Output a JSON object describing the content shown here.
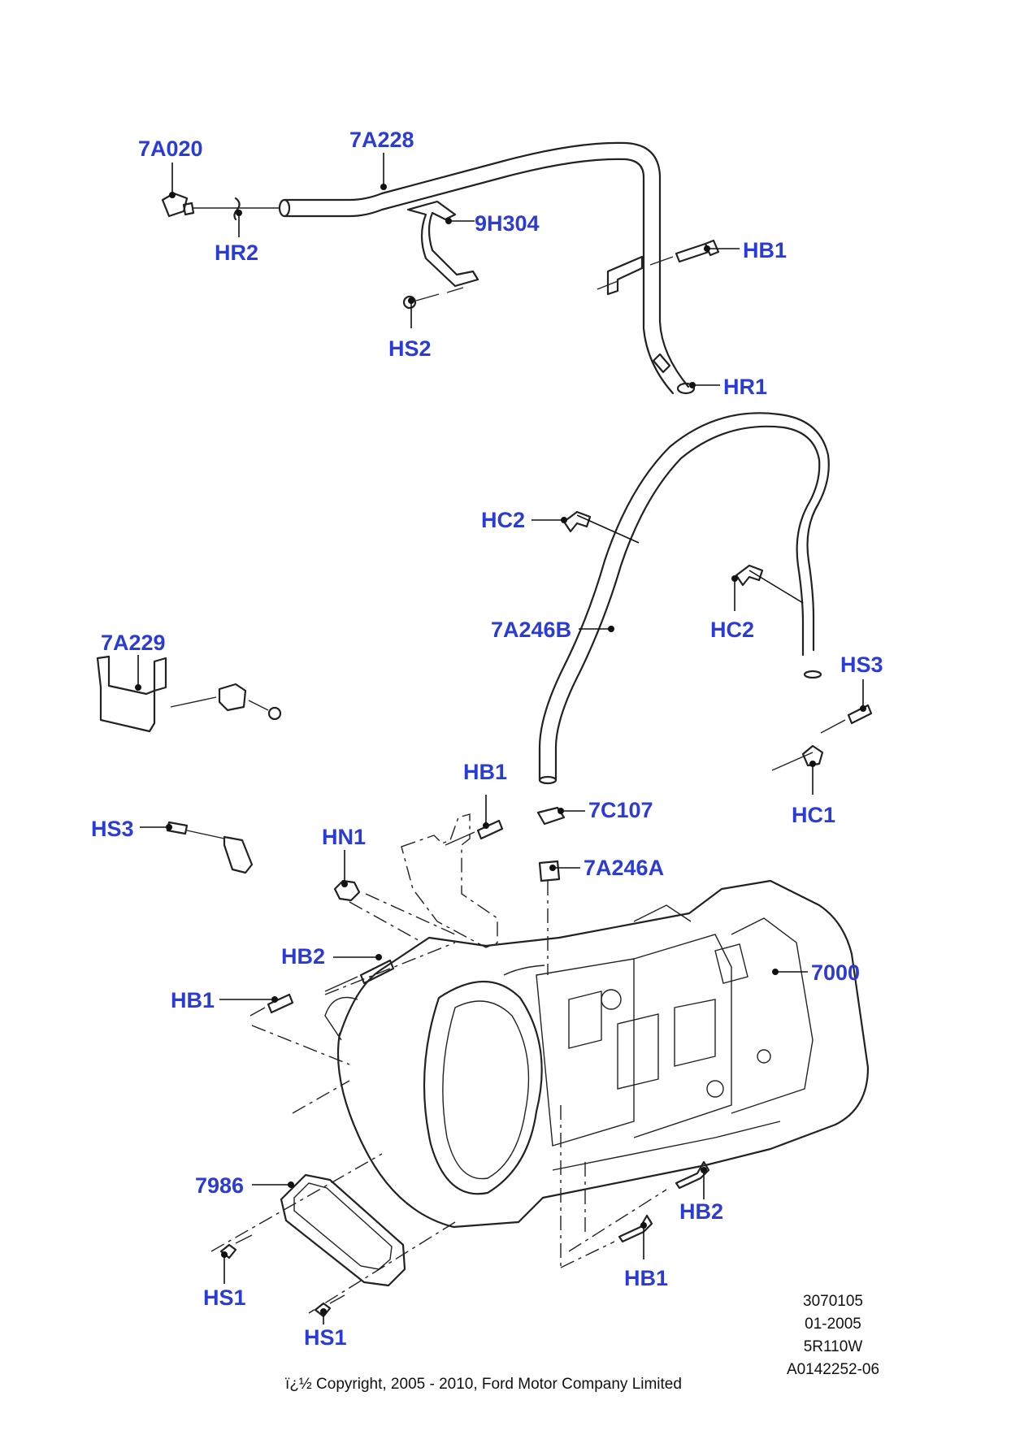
{
  "callouts": {
    "c7A020": "7A020",
    "c7A228": "7A228",
    "cHR2": "HR2",
    "c9H304": "9H304",
    "cHB1_top": "HB1",
    "cHS2": "HS2",
    "cHR1": "HR1",
    "cHC2_a": "HC2",
    "cHC2_b": "HC2",
    "c7A246B": "7A246B",
    "c7A229": "7A229",
    "cHS3_right": "HS3",
    "cHB1_mid": "HB1",
    "cHC1": "HC1",
    "cHS3_left": "HS3",
    "cHN1": "HN1",
    "c7C107": "7C107",
    "c7A246A": "7A246A",
    "cHB2_left": "HB2",
    "c7000": "7000",
    "cHB1_left": "HB1",
    "c7986": "7986",
    "cHB2_right": "HB2",
    "cHS1_a": "HS1",
    "cHB1_bottom": "HB1",
    "cHS1_b": "HS1"
  },
  "meta": {
    "code1": "3070105",
    "date": "01-2005",
    "model": "5R110W",
    "ref": "A0142252-06"
  },
  "copyright": "ï¿½ Copyright, 2005 - 2010, Ford Motor Company Limited",
  "colors": {
    "callout": "#2b3bd6",
    "line": "#222222"
  }
}
